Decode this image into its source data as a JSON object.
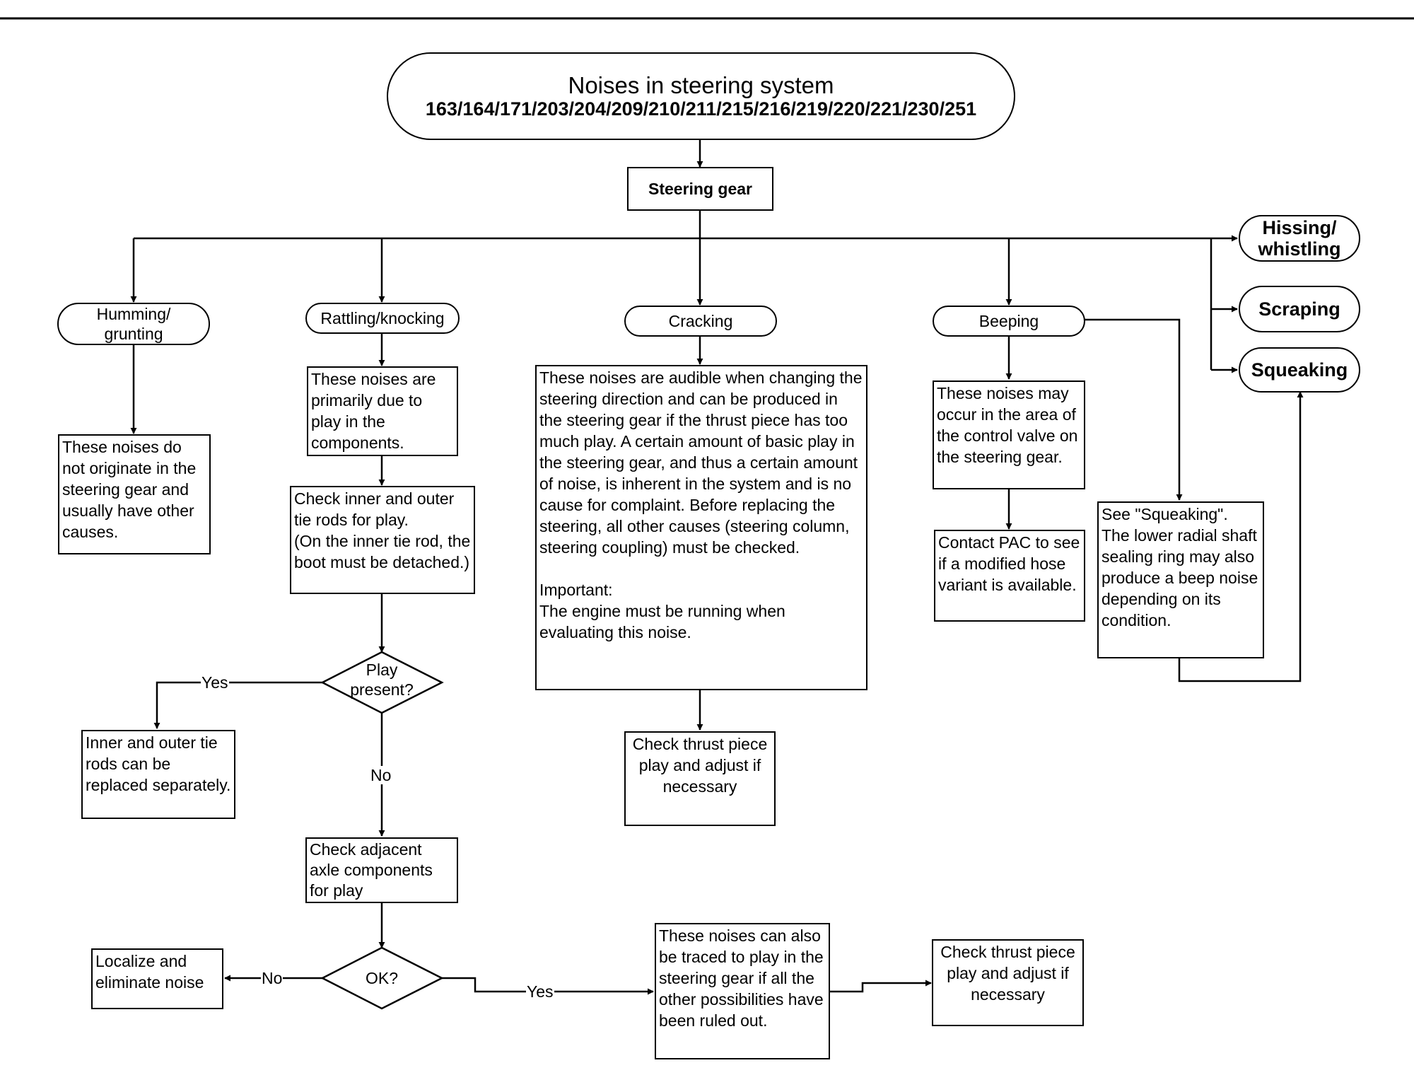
{
  "header": {
    "title": "Noises in steering system",
    "models": "163/164/171/203/204/209/210/211/215/216/219/220/221/230/251"
  },
  "nodes": {
    "steering_gear": "Steering gear",
    "hissing": "Hissing/\nwhistling",
    "scraping": "Scraping",
    "squeaking": "Squeaking",
    "humming": "Humming/\ngrunting",
    "rattling": "Rattling/knocking",
    "cracking": "Cracking",
    "beeping": "Beeping",
    "humming_desc": "These noises do not originate in the steering gear and usually have other causes.",
    "rattling_desc": "These noises are primarily due to play in the components.",
    "check_tie_rods": "Check inner and outer tie rods for play.\n(On the inner tie rod, the boot must be detached.)",
    "play_present": "Play\npresent?",
    "tie_rods_replace": "Inner and outer tie rods can be replaced separately.",
    "check_adjacent": "Check adjacent axle components for play",
    "ok": "OK?",
    "localize": "Localize and eliminate noise",
    "traced": "These noises can also be traced to play in the steering gear if all the other possibilities have been ruled out.",
    "check_thrust_bottom": "Check thrust piece play and adjust if necessary",
    "cracking_desc": "These noises are audible when changing the steering direction and can be produced in the steering gear if the thrust piece has too much play. A certain amount of basic play in the steering gear, and thus a certain amount of noise, is inherent in the system and is no cause for complaint. Before replacing the steering, all other causes (steering column, steering coupling) must be checked.",
    "cracking_important_label": "Important:",
    "cracking_important": "The engine must be running when evaluating this noise.",
    "check_thrust_mid": "Check thrust piece play and adjust if necessary",
    "beeping_desc": "These noises may occur in the area of the control valve on the steering gear.",
    "contact_pac": "Contact PAC to see if a modified hose variant is available.",
    "see_squeaking": "See \"Squeaking\". The lower radial shaft sealing ring may also produce a beep noise depending on its condition."
  },
  "labels": {
    "yes_play": "Yes",
    "no_play": "No",
    "no_ok": "No",
    "yes_ok": "Yes"
  }
}
